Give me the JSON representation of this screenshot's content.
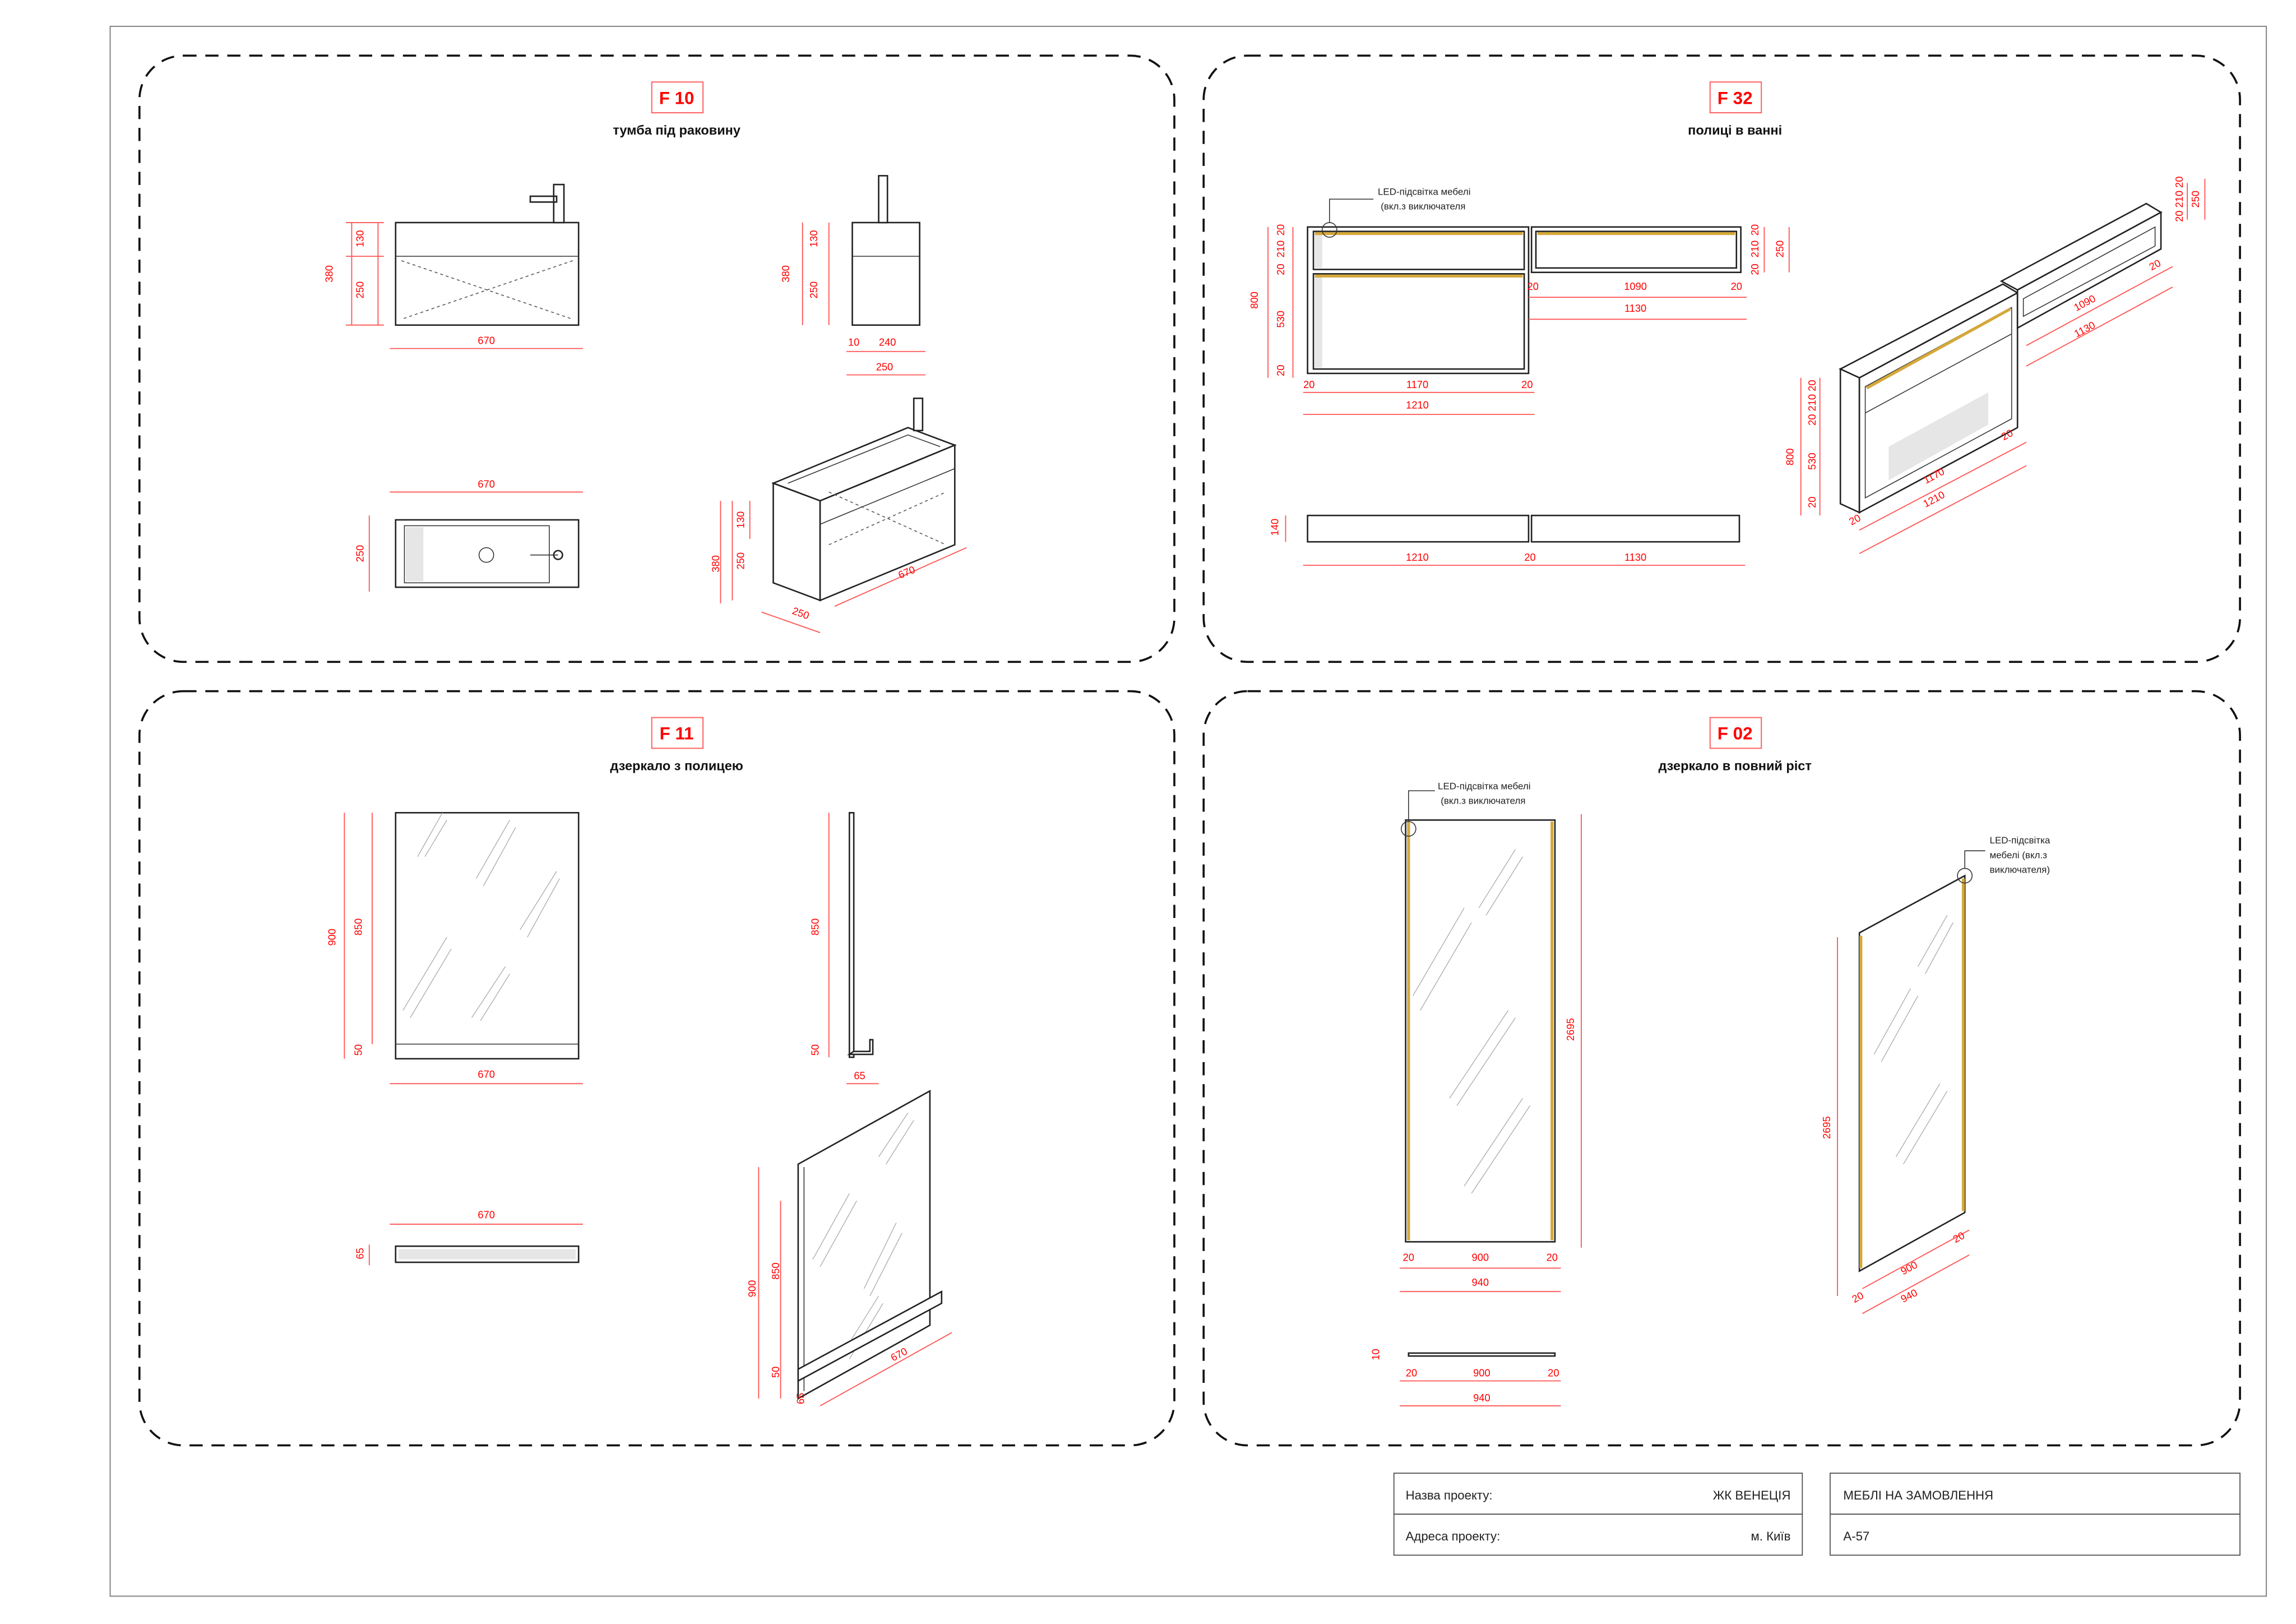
{
  "panels": {
    "f10": {
      "code": "F 10",
      "title": "тумба під раковину",
      "dims": [
        "380",
        "130",
        "250",
        "670",
        "380",
        "130",
        "250",
        "10",
        "240",
        "250",
        "670",
        "250",
        "130",
        "250",
        "380",
        "250",
        "670"
      ]
    },
    "f32": {
      "code": "F 32",
      "title": "полиці в ванні",
      "led_note": [
        "LED-підсвітка мебелі",
        "(вкл.з виключателя"
      ],
      "dims": [
        "800",
        "20",
        "210",
        "20",
        "530",
        "20",
        "20",
        "210",
        "20",
        "250",
        "20",
        "1090",
        "20",
        "1130",
        "20",
        "1170",
        "20",
        "1210",
        "140",
        "1210",
        "20",
        "1130",
        "20 210 20",
        "250",
        "1090",
        "1130",
        "800",
        "20 210 20",
        "530",
        "20",
        "1170",
        "1210",
        "20",
        "20",
        "20"
      ]
    },
    "f11": {
      "code": "F 11",
      "title": "дзеркало з полицею",
      "dims": [
        "900",
        "850",
        "50",
        "670",
        "850",
        "50",
        "65",
        "670",
        "65",
        "900",
        "850",
        "50",
        "65",
        "670"
      ]
    },
    "f02": {
      "code": "F 02",
      "title": "дзеркало в повний ріст",
      "led_note": [
        "LED-підсвітка мебелі",
        "(вкл.з виключателя"
      ],
      "led_note_iso": [
        "LED-підсвітка",
        "мебелі (вкл.з",
        "виключателя)"
      ],
      "dims": [
        "2695",
        "20",
        "900",
        "20",
        "940",
        "10",
        "20",
        "900",
        "20",
        "940",
        "2695",
        "900",
        "940",
        "20",
        "20"
      ]
    }
  },
  "colors": {
    "accent": "#ff0000",
    "led": "#d4a83a"
  },
  "title_block": {
    "project_name_label": "Назва проекту:",
    "project_name_value": "ЖК ВЕНЕЦІЯ",
    "project_address_label": "Адреса проекту:",
    "project_address_value": "м. Київ",
    "sheet_title": "МЕБЛІ НА ЗАМОВЛЕННЯ",
    "sheet_number": "А-57"
  }
}
